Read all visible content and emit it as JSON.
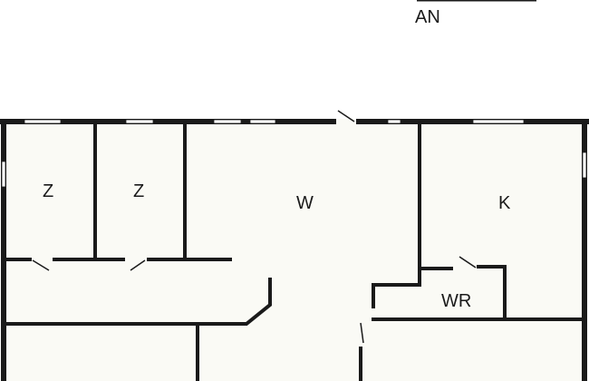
{
  "annotation": {
    "label": "AN"
  },
  "rooms": [
    {
      "id": "z1",
      "label": "Z"
    },
    {
      "id": "z2",
      "label": "Z"
    },
    {
      "id": "w",
      "label": "W"
    },
    {
      "id": "k",
      "label": "K"
    },
    {
      "id": "wr",
      "label": "WR"
    }
  ],
  "colors": {
    "wall": "#1a1a1a",
    "floor": "#fafaf5",
    "background": "#ffffff"
  }
}
